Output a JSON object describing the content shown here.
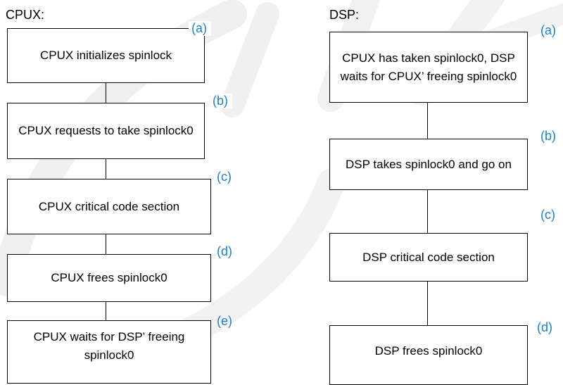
{
  "cpux": {
    "heading": "CPUX:",
    "steps": [
      {
        "tag": "(a)",
        "text": "CPUX initializes spinlock"
      },
      {
        "tag": "(b)",
        "text": "CPUX requests to take spinlock0"
      },
      {
        "tag": "(c)",
        "text": "CPUX critical code section"
      },
      {
        "tag": "(d)",
        "text": "CPUX frees spinlock0"
      },
      {
        "tag": "(e)",
        "text": "CPUX waits for DSP’ freeing spinlock0"
      }
    ]
  },
  "dsp": {
    "heading": "DSP:",
    "steps": [
      {
        "tag": "(a)",
        "text": "CPUX has taken spinlock0, DSP waits for CPUX’ freeing spinlock0"
      },
      {
        "tag": "(b)",
        "text": "DSP takes spinlock0 and go on"
      },
      {
        "tag": "(c)",
        "text": "DSP critical code section"
      },
      {
        "tag": "(d)",
        "text": "DSP frees spinlock0"
      }
    ]
  },
  "colors": {
    "tag": "#1f7fc4",
    "border": "#000000",
    "watermark": "#eeeeee"
  }
}
